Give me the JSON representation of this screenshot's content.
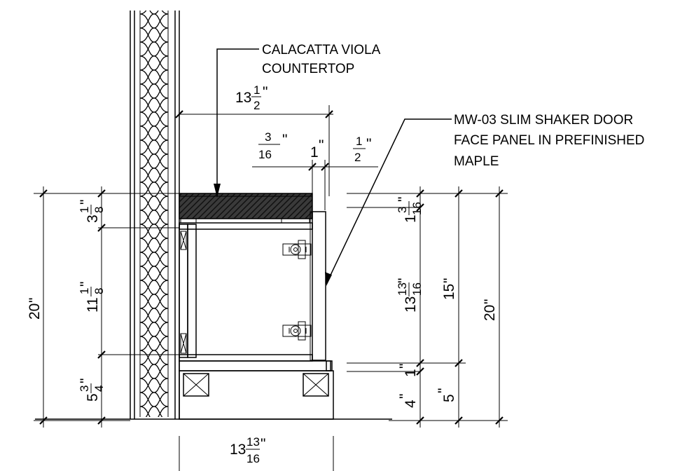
{
  "notes": {
    "countertop_line1": "CALACATTA VIOLA",
    "countertop_line2": "COUNTERTOP",
    "door_line1": "MW-03 SLIM SHAKER DOOR",
    "door_line2": "FACE PANEL IN PREFINISHED",
    "door_line3": "MAPLE"
  },
  "dims": {
    "top_width": {
      "whole": "13",
      "num": "1",
      "den": "2",
      "unit": "\""
    },
    "edge_profile": {
      "num": "3",
      "den": "16",
      "unit": "\""
    },
    "door_thickness": {
      "whole": "1",
      "unit": "\""
    },
    "overhang": {
      "num": "1",
      "den": "2",
      "unit": "\""
    },
    "bottom_width": {
      "whole": "13",
      "num": "13",
      "den": "16",
      "unit": "\""
    },
    "left_top": {
      "whole": "3",
      "num": "1",
      "den": "8",
      "unit": "\""
    },
    "left_mid": {
      "whole": "11",
      "num": "1",
      "den": "8",
      "unit": "\""
    },
    "left_base": {
      "whole": "5",
      "num": "3",
      "den": "4",
      "unit": "\""
    },
    "left_total": {
      "whole": "20",
      "unit": "\""
    },
    "right_top": {
      "whole": "1",
      "num": "3",
      "den": "16",
      "unit": "\""
    },
    "right_door": {
      "whole": "13",
      "num": "13",
      "den": "16",
      "unit": "\""
    },
    "right_gap": {
      "whole": "1",
      "unit": "\""
    },
    "right_toe": {
      "whole": "4",
      "unit": "\""
    },
    "right_upper": {
      "whole": "15",
      "unit": "\""
    },
    "right_base": {
      "whole": "5",
      "unit": "\""
    },
    "right_total": {
      "whole": "20",
      "unit": "\""
    }
  }
}
